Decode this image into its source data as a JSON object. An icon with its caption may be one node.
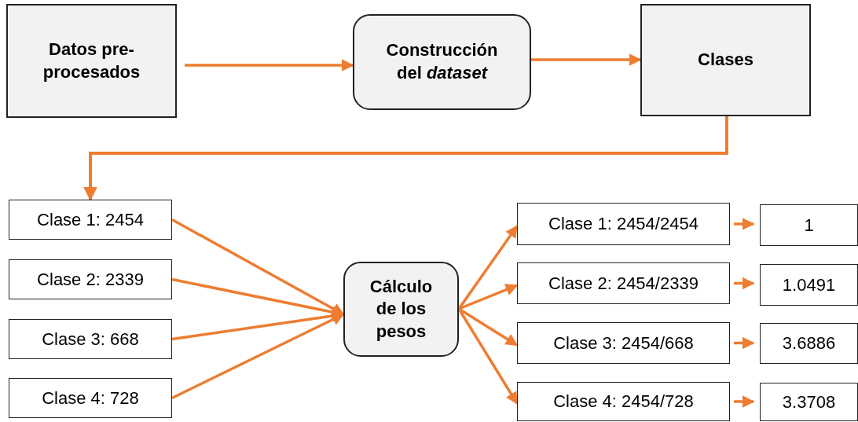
{
  "diagram": {
    "nodes": [
      {
        "text": [
          "Datos pre-procesados"
        ]
      },
      {
        "text": [
          "Construcción del *dataset*"
        ]
      },
      {
        "text": [
          "Clases"
        ]
      },
      {
        "text": [
          "Clase 1: 2454"
        ]
      },
      {
        "text": [
          "Clase 2: 2339"
        ]
      },
      {
        "text": [
          "Clase 3: 668"
        ]
      },
      {
        "text": [
          "Clase 4: 728"
        ]
      },
      {
        "text": [
          "Cálculo de los pesos"
        ]
      },
      {
        "text": [
          "Clase 1: 2454/2454"
        ]
      },
      {
        "text": [
          "Clase 2: 2454/2339"
        ]
      },
      {
        "text": [
          "Clase 3: 2454/668"
        ]
      },
      {
        "text": [
          "Clase 4: 2454/728"
        ]
      },
      {
        "text": [
          "1"
        ]
      },
      {
        "text": [
          "1.0491"
        ]
      },
      {
        "text": [
          "3.6886"
        ]
      },
      {
        "text": [
          "3.3708"
        ]
      }
    ],
    "edges": [
      {
        "from": 0,
        "to": 1,
        "arrow": "to"
      },
      {
        "from": 1,
        "to": 2,
        "arrow": "to"
      },
      {
        "from": 2,
        "to": 3,
        "arrow": "to"
      },
      {
        "from": 3,
        "to": 7,
        "arrow": "to"
      },
      {
        "from": 4,
        "to": 7,
        "arrow": "to"
      },
      {
        "from": 5,
        "to": 7,
        "arrow": "to"
      },
      {
        "from": 6,
        "to": 7,
        "arrow": "to"
      },
      {
        "from": 7,
        "to": 8,
        "arrow": "to"
      },
      {
        "from": 7,
        "to": 9,
        "arrow": "to"
      },
      {
        "from": 7,
        "to": 10,
        "arrow": "to"
      },
      {
        "from": 7,
        "to": 11,
        "arrow": "to"
      },
      {
        "from": 8,
        "to": 12,
        "arrow": "to"
      },
      {
        "from": 9,
        "to": 13,
        "arrow": "to"
      },
      {
        "from": 10,
        "to": 14,
        "arrow": "to"
      },
      {
        "from": 11,
        "to": 15,
        "arrow": "to"
      }
    ]
  }
}
